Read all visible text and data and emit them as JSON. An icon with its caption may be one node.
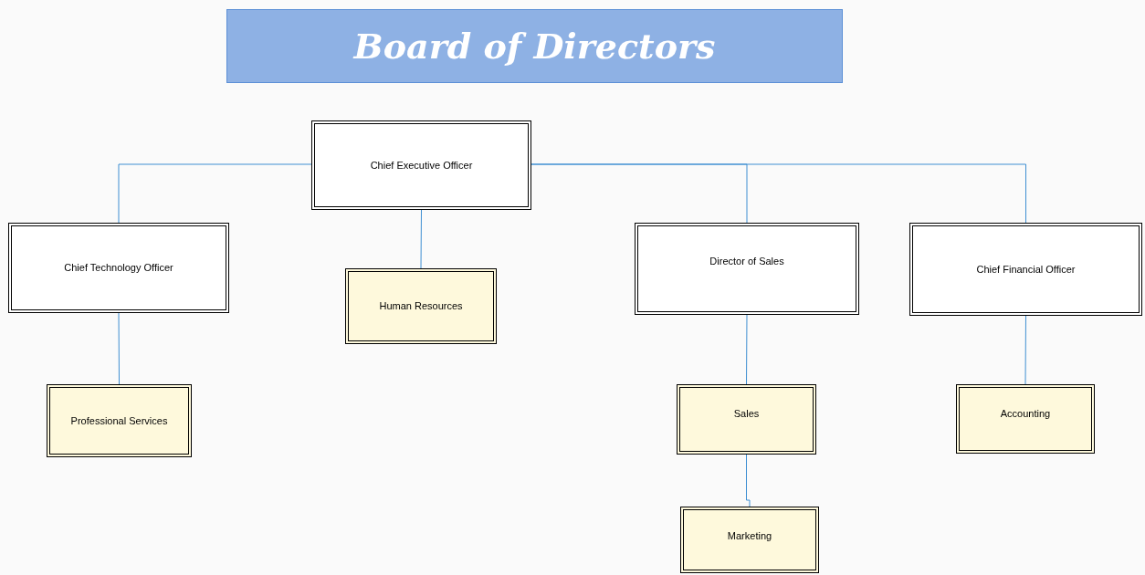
{
  "diagram": {
    "title": "Board of Directors",
    "nodes": [
      {
        "text": [
          "Chief Executive Officer"
        ]
      },
      {
        "text": [
          "Chief Technology Officer"
        ]
      },
      {
        "text": [
          "Human Resources"
        ]
      },
      {
        "text": [
          "Director of Sales"
        ]
      },
      {
        "text": [
          "Chief Financial Officer"
        ]
      },
      {
        "text": [
          "Professional Services"
        ]
      },
      {
        "text": [
          "Sales"
        ]
      },
      {
        "text": [
          "Accounting"
        ]
      },
      {
        "text": [
          "Marketing"
        ]
      }
    ],
    "edges": [
      {
        "from": 0,
        "to": 1,
        "arrow": "none"
      },
      {
        "from": 0,
        "to": 2,
        "arrow": "none"
      },
      {
        "from": 0,
        "to": 3,
        "arrow": "none"
      },
      {
        "from": 0,
        "to": 4,
        "arrow": "none"
      },
      {
        "from": 1,
        "to": 5,
        "arrow": "none"
      },
      {
        "from": 3,
        "to": 6,
        "arrow": "none"
      },
      {
        "from": 4,
        "to": 7,
        "arrow": "none"
      },
      {
        "from": 6,
        "to": 8,
        "arrow": "none"
      }
    ]
  }
}
